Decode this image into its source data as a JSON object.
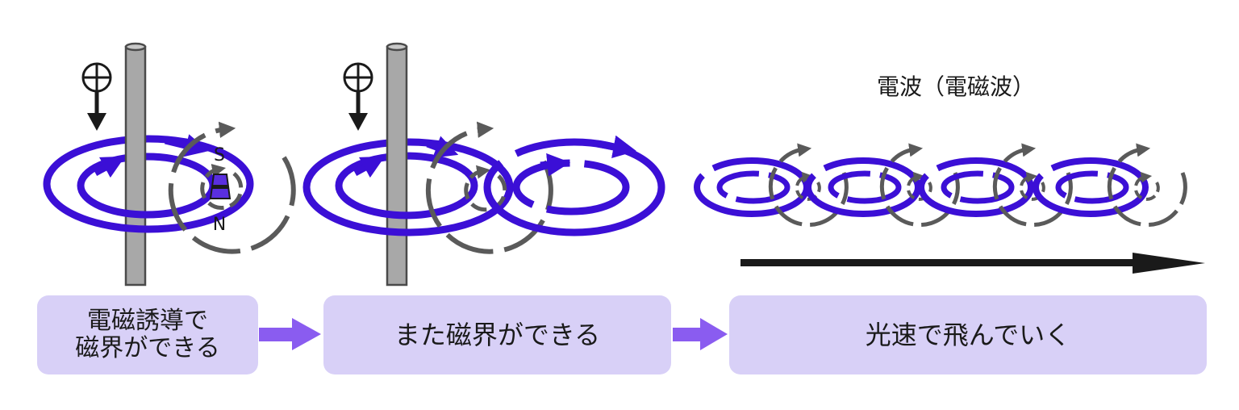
{
  "labels": {
    "south": "S",
    "north": "N",
    "wave_title": "電波（電磁波）"
  },
  "steps": [
    {
      "lines": [
        "電磁誘導で",
        "磁界ができる"
      ]
    },
    {
      "lines": [
        "また磁界ができる"
      ]
    },
    {
      "lines": [
        "光速で飛んでいく"
      ]
    }
  ],
  "icons": {
    "current_symbol": "circled-plus-icon",
    "direction_arrow": "arrow-down-icon",
    "step_arrow": "arrow-right-icon",
    "propagation_arrow": "long-arrow-right-icon"
  },
  "colors": {
    "electric_field": "#3b0fd6",
    "magnetic_field": "#5a5a5a",
    "box_fill": "#d8d0f7",
    "step_arrow": "#8a5cf0",
    "conductor": "#a8a8a8",
    "ink": "#1a1a1a"
  }
}
